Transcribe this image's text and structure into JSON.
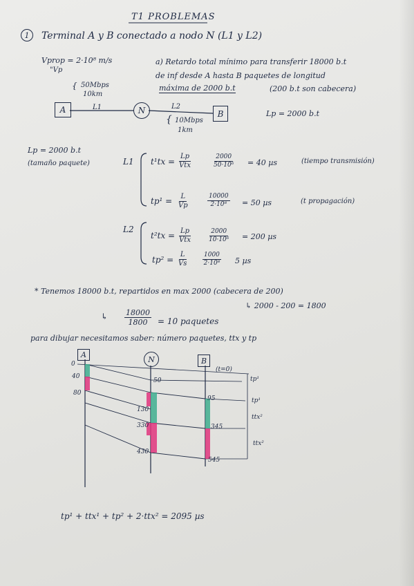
{
  "page": {
    "title": "T1 PROBLEMAS",
    "problem_number": "1",
    "statement": "Terminal A y B conectado a nodo N (L1 y L2)",
    "vprop": "Vprop = 2·10⁸ m/s",
    "vp_label": "\"Vp",
    "part_a_line1": "a) Retardo total mínimo para transferir 18000 b.t",
    "part_a_line2": "de inf desde A hasta B paquetes de longitud",
    "part_a_line3_underlined": "máxima de 2000 b.t",
    "part_a_line3_rest": "(200 b.t son cabecera)",
    "link1_params": [
      "50Mbps",
      "10km"
    ],
    "node_a": "A",
    "node_n": "N",
    "node_b": "B",
    "link1_label": "L1",
    "link2_label": "L2",
    "link2_params": [
      "10Mbps",
      "1km"
    ],
    "lp_right": "Lp = 2000 b.t",
    "lp_left": "Lp = 2000 b.t",
    "lp_left_note": "(tamaño paquete)",
    "l1_label": "L1",
    "l1_tx_lhs": "t¹tx =",
    "l1_tx_frac1": {
      "num": "Lp",
      "den": "Vtx"
    },
    "l1_tx_frac2": {
      "num": "2000",
      "den": "50·10⁶"
    },
    "l1_tx_result": "= 40 µs",
    "l1_tx_note": "(tiempo transmisión)",
    "l1_p_lhs": "tp¹ =",
    "l1_p_frac1": {
      "num": "L",
      "den": "Vp"
    },
    "l1_p_frac2": {
      "num": "10000",
      "den": "2·10⁸"
    },
    "l1_p_result": "= 50 µs",
    "l1_p_note": "(t propagación)",
    "l2_label": "L2",
    "l2_tx_lhs": "t²tx =",
    "l2_tx_frac1": {
      "num": "Lp",
      "den": "Vtx"
    },
    "l2_tx_frac2": {
      "num": "2000",
      "den": "10·10⁶"
    },
    "l2_tx_result": "= 200 µs",
    "l2_p_lhs": "tp² =",
    "l2_p_frac1": {
      "num": "L",
      "den": "Vs"
    },
    "l2_p_frac2": {
      "num": "1000",
      "den": "2·10⁸"
    },
    "l2_p_result": "5 µs",
    "tenemos_line": "* Tenemos 18000 b.t, repartidos en max 2000 (cabecera de 200)",
    "useful_bits": "↳ 2000 - 200 = 1800",
    "packets_arrow": "↳",
    "packets_frac": {
      "num": "18000",
      "den": "1800"
    },
    "packets_result": "= 10 paquetes",
    "draw_line": "para dibujar necesitamos saber: número paquetes, ttx y tp",
    "timeline": {
      "a": "A",
      "n": "N",
      "b": "B",
      "tick_zero": "0",
      "a_ticks": [
        "40",
        "80"
      ],
      "n_ticks": [
        "50",
        "130",
        "330",
        "430"
      ],
      "b_ticks": [
        "95",
        "345",
        "545"
      ],
      "note_top": "(t=0)",
      "labels_right": [
        "tp¹",
        "tp¹",
        "ttx²",
        "ttx²"
      ]
    },
    "final_formula": "tp¹ + ttx¹ + tp² + 2·ttx² = 2095 µs",
    "colors": {
      "ink": "#1f2a44",
      "green": "#3fae8f",
      "pink": "#e0357e",
      "paper": "#e9e9e6"
    }
  }
}
